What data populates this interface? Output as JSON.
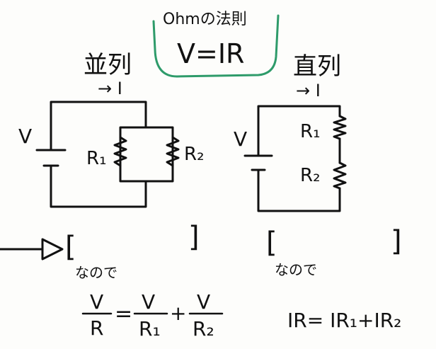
{
  "box": {
    "caption": "Ohmの法則",
    "formula": "V=IR",
    "border_color": "#2e9b6a"
  },
  "parallel": {
    "title": "並列",
    "current_label": "→ I",
    "voltage_label": "V",
    "r1_label": "R₁",
    "r2_label": "R₂",
    "blank_open": "[",
    "blank_close": "]",
    "note": "なので",
    "eq_lhs_num": "V",
    "eq_lhs_den": "R",
    "eq_equals": "=",
    "eq_t1_num": "V",
    "eq_t1_den": "R₁",
    "eq_plus": "+",
    "eq_t2_num": "V",
    "eq_t2_den": "R₂"
  },
  "series": {
    "title": "直列",
    "current_label": "→ I",
    "voltage_label": "V",
    "r1_label": "R₁",
    "r2_label": "R₂",
    "blank_open": "[",
    "blank_close": "]",
    "note": "なので",
    "equation": "IR= IR₁+IR₂"
  },
  "ink_color": "#111111"
}
